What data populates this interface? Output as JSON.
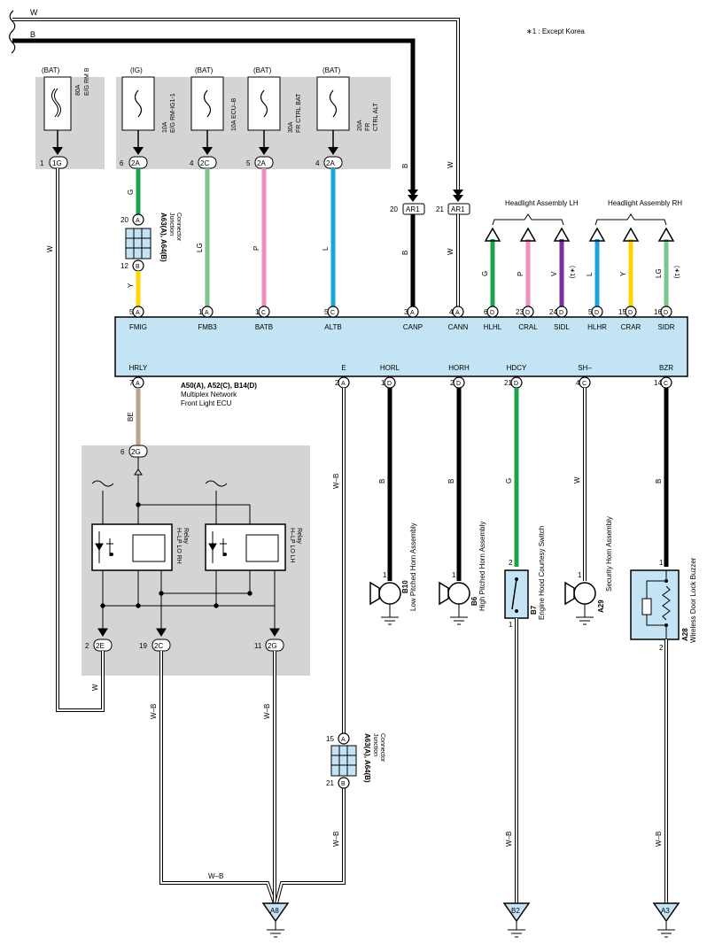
{
  "note": "∗1 : Except Korea",
  "bus_wires": {
    "top": "W",
    "second": "B"
  },
  "fuses": [
    {
      "source": "(BAT)",
      "name": "80A\nE/G RM B",
      "pin": "1",
      "conn": "1G"
    },
    {
      "source": "(IG)",
      "name": "10A\nE/G RM-IG1-1",
      "pin": "6",
      "conn": "2A"
    },
    {
      "source": "(BAT)",
      "name": "10A ECU-B",
      "pin": "4",
      "conn": "2C"
    },
    {
      "source": "(BAT)",
      "name": "30A\nFR CTRL BAT",
      "pin": "5",
      "conn": "2A"
    },
    {
      "source": "(BAT)",
      "name": "20A\nFR\nCTRL ALT",
      "pin": "4",
      "conn": "2A"
    }
  ],
  "junction_top": {
    "label": "A63(A), A64(B)",
    "sub": "Junction\nConnector",
    "pin_in": "20",
    "conn_in": "A",
    "pin_out": "12",
    "conn_out": "B"
  },
  "junction_bottom": {
    "label": "A63(A), A64(B)",
    "sub": "Junction\nConnector",
    "pin_in": "15",
    "conn_in": "A",
    "pin_out": "21",
    "conn_out": "B"
  },
  "ar_connectors": [
    {
      "pin": "20",
      "name": "AR1",
      "wire": "B"
    },
    {
      "pin": "21",
      "name": "AR1",
      "wire": "W"
    }
  ],
  "headlight_lh": "Headlight\nAssembly LH",
  "headlight_rh": "Headlight\nAssembly RH",
  "star_note": "(∗1)",
  "ecu": {
    "label": "A50(A), A52(C), B14(D)",
    "sub": "Multiplex Network\nFront Light ECU",
    "top_pins": [
      {
        "pin": "5",
        "conn": "A",
        "name": "FMIG",
        "wire": "Y"
      },
      {
        "pin": "1",
        "conn": "A",
        "name": "FMB3",
        "wire": "LG"
      },
      {
        "pin": "1",
        "conn": "C",
        "name": "BATB",
        "wire": "P"
      },
      {
        "pin": "5",
        "conn": "C",
        "name": "ALTB",
        "wire": "L"
      },
      {
        "pin": "3",
        "conn": "A",
        "name": "CANP",
        "wire": "B"
      },
      {
        "pin": "4",
        "conn": "A",
        "name": "CANN",
        "wire": "W"
      },
      {
        "pin": "6",
        "conn": "D",
        "name": "HLHL",
        "wire": "G"
      },
      {
        "pin": "23",
        "conn": "D",
        "name": "CRAL",
        "wire": "P"
      },
      {
        "pin": "24",
        "conn": "D",
        "name": "SIDL",
        "wire": "V"
      },
      {
        "pin": "5",
        "conn": "D",
        "name": "HLHR",
        "wire": "L"
      },
      {
        "pin": "15",
        "conn": "D",
        "name": "CRAR",
        "wire": "Y"
      },
      {
        "pin": "16",
        "conn": "D",
        "name": "SIDR",
        "wire": "LG"
      }
    ],
    "bottom_pins": [
      {
        "pin": "7",
        "conn": "A",
        "name": "HRLY",
        "wire": "BE"
      },
      {
        "pin": "2",
        "conn": "A",
        "name": "E",
        "wire": "W–B"
      },
      {
        "pin": "1",
        "conn": "D",
        "name": "HORL",
        "wire": "B"
      },
      {
        "pin": "2",
        "conn": "D",
        "name": "HORH",
        "wire": "B"
      },
      {
        "pin": "21",
        "conn": "D",
        "name": "HDCY",
        "wire": "G"
      },
      {
        "pin": "4",
        "conn": "C",
        "name": "SH–",
        "wire": "W"
      },
      {
        "pin": "14",
        "conn": "C",
        "name": "BZR",
        "wire": "B"
      }
    ]
  },
  "upper_wires": {
    "g": "G"
  },
  "relay_block": {
    "in_pin": "6",
    "in_conn": "2G",
    "relay_rh": "H–LP LO RH\nRelay",
    "relay_lh": "H–LP LO LH\nRelay",
    "out": [
      {
        "pin": "2",
        "conn": "2E",
        "wire": "W"
      },
      {
        "pin": "19",
        "conn": "2C",
        "wire": "W–B"
      },
      {
        "pin": "11",
        "conn": "2G",
        "wire": "W–B"
      }
    ]
  },
  "components": [
    {
      "code": "B10",
      "name": "Low Pitched Horn Assembly",
      "pin": "1"
    },
    {
      "code": "B6",
      "name": "High Pitched Horn Assembly",
      "pin": "1"
    },
    {
      "code": "B7",
      "name": "Engine Hood Courtesy Switch",
      "pin_top": "2",
      "pin_bottom": "1"
    },
    {
      "code": "A29",
      "name": "Security Horn Assembly",
      "pin": "1"
    },
    {
      "code": "A28",
      "name": "Wireless Door Lock Buzzer",
      "pin_top": "1",
      "pin_bottom": "2"
    }
  ],
  "grounds": [
    {
      "name": "A8",
      "wire": "W–B"
    },
    {
      "name": "B2",
      "wire": "W–B"
    },
    {
      "name": "A3",
      "wire": "W–B"
    }
  ],
  "ground_wire_bottom": "W–B",
  "colors": {
    "green": "#1fa04a",
    "light_green": "#7cc48c",
    "pink": "#ef8fbf",
    "blue": "#1aa4dc",
    "yellow": "#ffd400",
    "violet": "#7b2f9e",
    "beige": "#b9a58e",
    "ecu_fill": "#c4e3f5",
    "block_gray": "#d4d4d4"
  }
}
